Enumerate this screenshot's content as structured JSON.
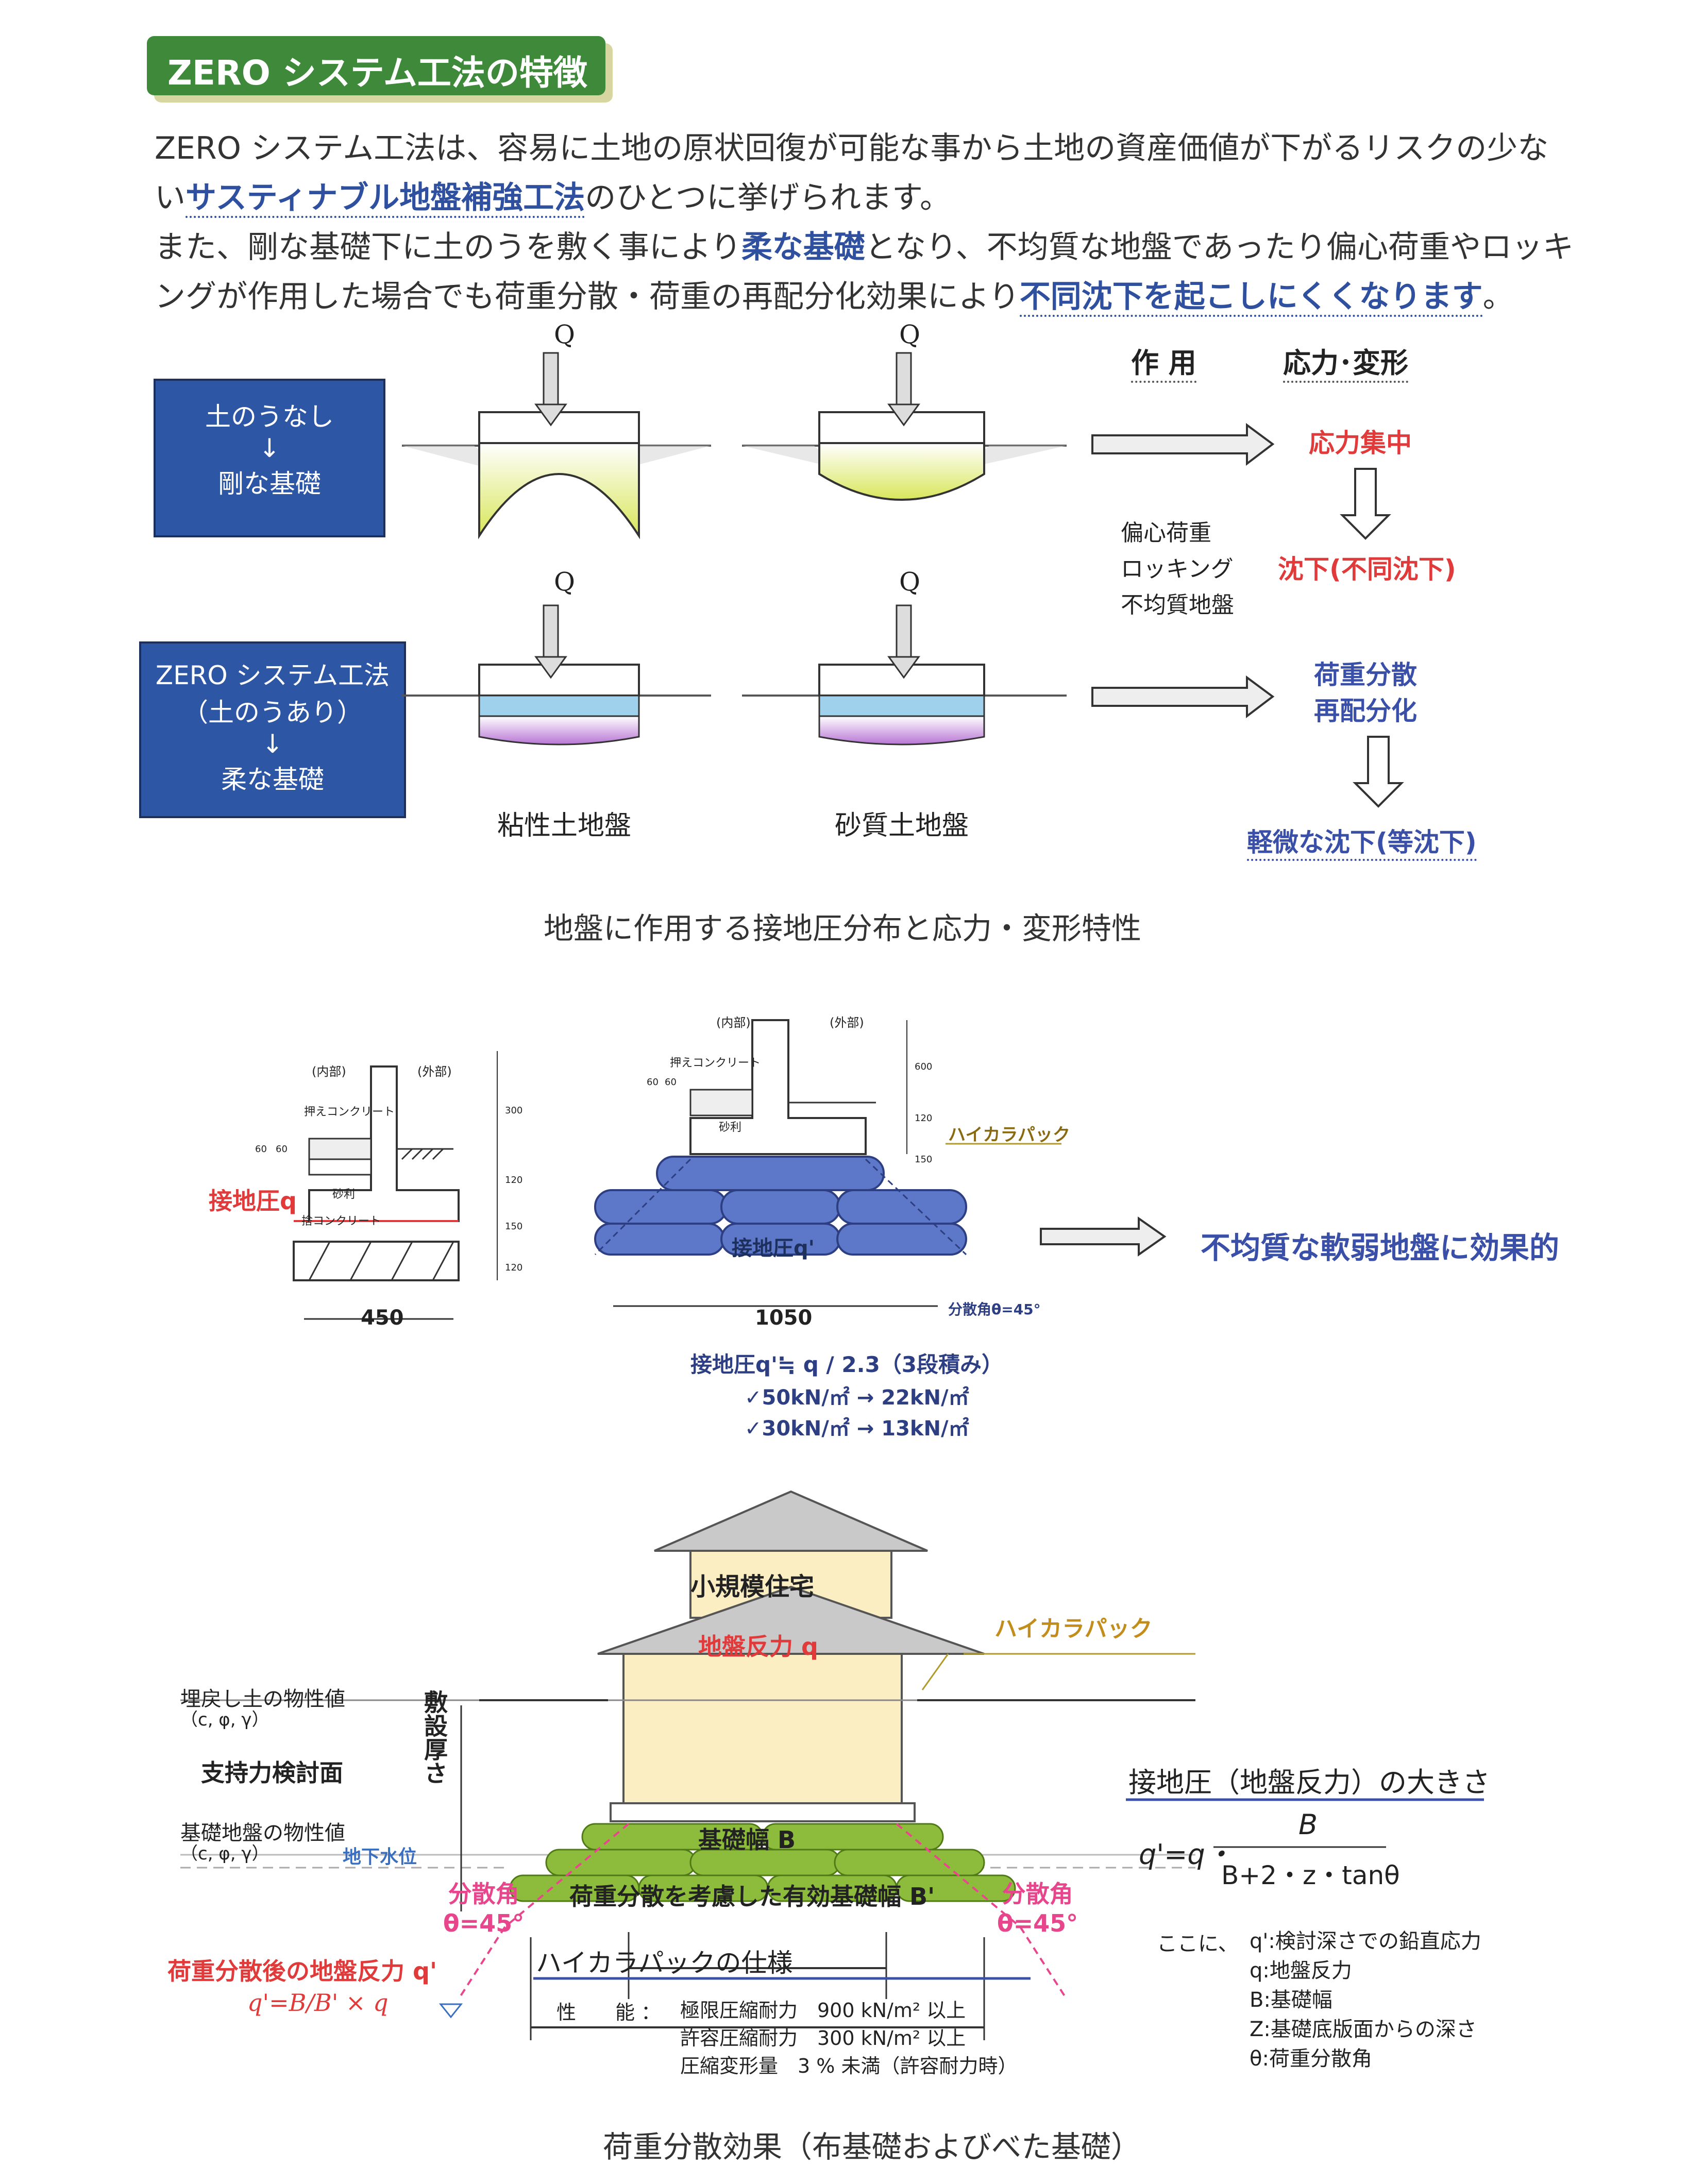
{
  "header": {
    "title": "ZERO システム工法の特徴"
  },
  "intro": {
    "line1": "ZERO システム工法は、容易に土地の原状回復が可能な事から土地の資産価値が下がるリスクの少な",
    "line2_pre": "い",
    "line2_hl": "サスティナブル地盤補強工法",
    "line2_post": "のひとつに挙げられます。",
    "line3_pre": "また、剛な基礎下に土のうを敷く事により",
    "line3_hl": "柔な基礎",
    "line3_post": "となり、不均質な地盤であったり偏心荷重やロッキ",
    "line4_pre": "ングが作用した場合でも荷重分散・荷重の再配分化効果により",
    "line4_hl": "不同沈下を起こしにくくなります",
    "line4_post": "。"
  },
  "fig1": {
    "load": "Q",
    "col_action": "作 用",
    "col_stress": "応力･変形",
    "box_rigid": {
      "l1": "土のうなし",
      "l2": "↓",
      "l3": "剛な基礎"
    },
    "box_soft": {
      "l1": "ZERO システム工法",
      "l2": "（土のうあり）",
      "l3": "↓",
      "l4": "柔な基礎"
    },
    "stress_concentration": "応力集中",
    "causes": [
      "偏心荷重",
      "ロッキング",
      "不均質地盤"
    ],
    "settlement_uneven": "沈下(不同沈下)",
    "load_dist1": "荷重分散",
    "load_dist2": "再配分化",
    "settlement_even": "軽微な沈下(等沈下)",
    "label_clay": "粘性土地盤",
    "label_sand": "砂質土地盤",
    "caption": "地盤に作用する接地圧分布と応力・変形特性"
  },
  "fig2": {
    "inner": "(内部)",
    "outer": "(外部)",
    "press_concrete": "押えコンクリート",
    "gravel": "砂利",
    "leveling": "捨コンクリート",
    "q_label": "接地圧q",
    "width_left": "450",
    "dims_left": [
      "300",
      "120",
      "150",
      "120"
    ],
    "dims_mid": [
      "600",
      "120",
      "150"
    ],
    "small_dims": [
      "60",
      "60"
    ],
    "haikara": "ハイカラパック",
    "q2_label": "接地圧q'",
    "width_right": "1050",
    "spread_angle": "分散角θ=45°",
    "formula": "接地圧q'≒ q / 2.3（3段積み）",
    "ex1": "✓50kN/㎡ → 22kN/㎡",
    "ex2": "✓30kN/㎡ → 13kN/㎡",
    "effect": "不均質な軟弱地盤に効果的"
  },
  "fig3": {
    "house": "小規模住宅",
    "haikara": "ハイカラパック",
    "reaction": "地盤反力 q",
    "backfill": "埋戻し土の物性値",
    "params": "（c, φ, γ）",
    "depth": "敷設厚さ",
    "bearing": "支持力検討面",
    "base_soil": "基礎地盤の物性値",
    "water": "地下水位",
    "width_b": "基礎幅 B",
    "width_eff": "荷重分散を考慮した有効基礎幅 B'",
    "spread_l1": "分散角",
    "spread_l2": "θ=45°",
    "reaction_after": "荷重分散後の地盤反力 q'",
    "reaction_formula": "q'=B/B' × q",
    "spec_title": "ハイカラパックの仕様",
    "spec_label": "性　　能 ：",
    "spec1": "極限圧縮耐力　900 kN/m² 以上",
    "spec2": "許容圧縮耐力　300 kN/m² 以上",
    "spec3": "圧縮変形量　3 % 未満（許容耐力時）",
    "pressure_title": "接地圧（地盤反力）の大きさ",
    "eq_num": "B",
    "eq_lhs": "q'=q・",
    "eq_den": "B+2・z・tanθ",
    "legend_head": "ここに、",
    "legend": [
      "q':検討深さでの鉛直応力",
      "q:地盤反力",
      "B:基礎幅",
      "Z:基礎底版面からの深さ",
      "θ:荷重分散角"
    ],
    "caption": "荷重分散効果（布基礎およびべた基礎）"
  },
  "colors": {
    "green": "#3e8a3a",
    "blue": "#2d56a5",
    "red": "#e03a3a",
    "navy": "#3a4fa8",
    "pink": "#e8468c",
    "bag_green": "#8dbb3c",
    "bag_blue": "#5d78c9"
  }
}
